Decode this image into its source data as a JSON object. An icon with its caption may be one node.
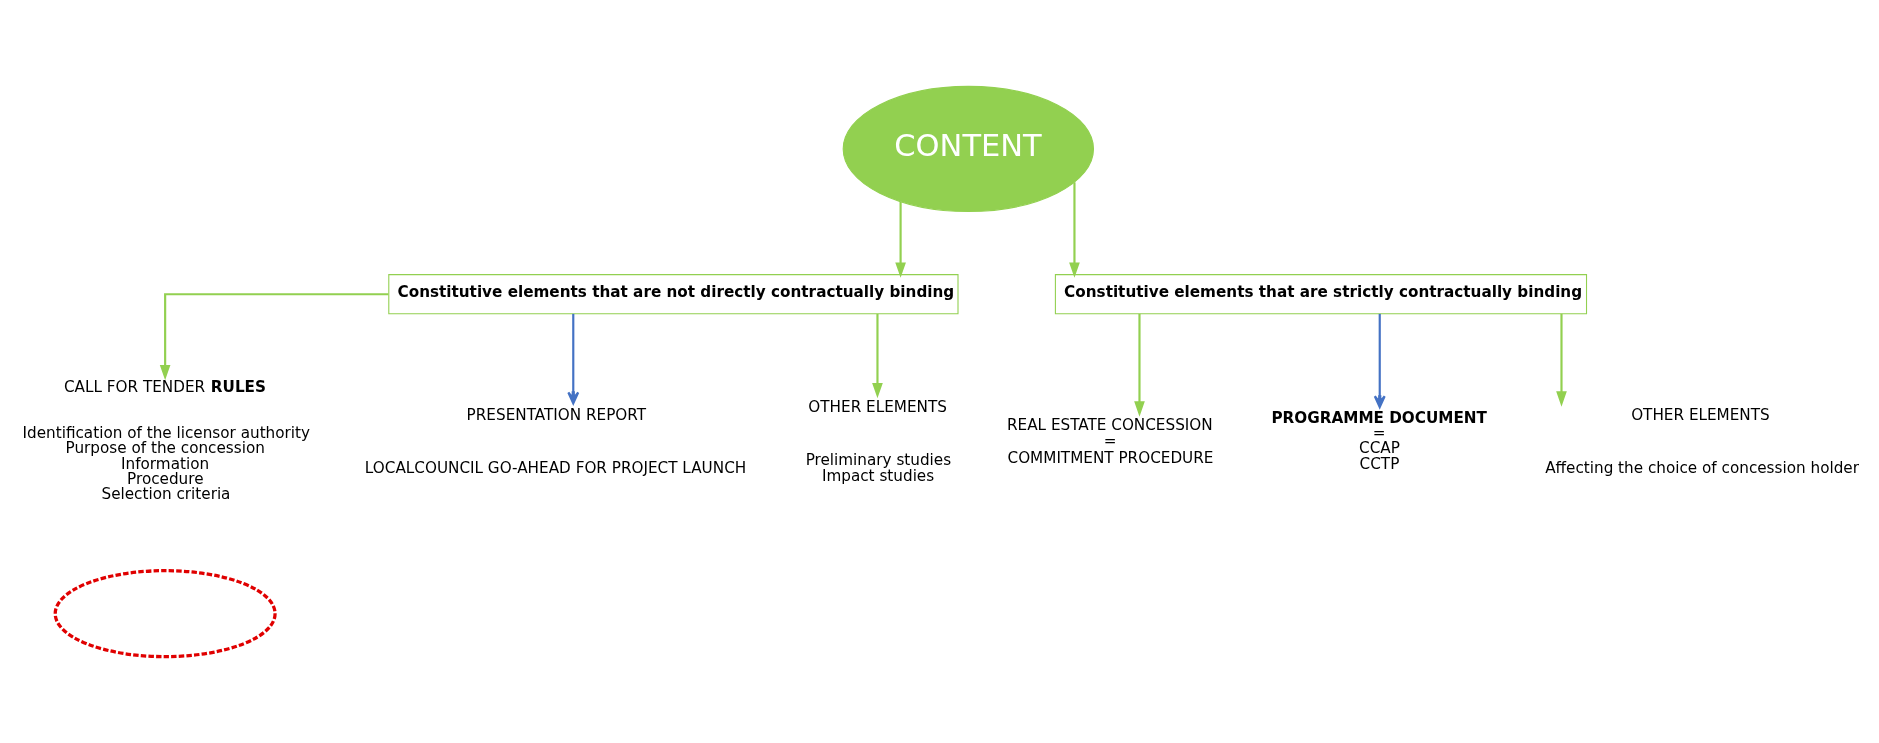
{
  "diagram": {
    "nodes": [
      {
        "text": [
          "CONTENT"
        ]
      },
      {
        "text": [
          "Constitutive elements that are not directly contractually binding"
        ]
      },
      {
        "text": [
          "Constitutive elements that are strictly contractually binding"
        ]
      },
      {
        "text": [
          "CALL FOR TENDER **RULES**",
          "Identification of the licensor authority",
          "Purpose of the concession",
          "Information",
          "Procedure",
          "Selection criteria"
        ]
      },
      {
        "text": [
          "PRESENTATION REPORT",
          "LOCALCOUNCIL GO-AHEAD FOR PROJECT LAUNCH"
        ]
      },
      {
        "text": [
          "OTHER ELEMENTS",
          "Preliminary studies",
          "Impact studies"
        ]
      },
      {
        "text": [
          "REAL ESTATE CONCESSION",
          "=",
          "COMMITMENT PROCEDURE"
        ]
      },
      {
        "text": [
          "PROGRAMME DOCUMENT",
          "=",
          "CCAP",
          "CCTP"
        ]
      },
      {
        "text": [
          "OTHER ELEMENTS",
          "Affecting the choice of concession holder"
        ]
      },
      {
        "text": [],
        "shape": "ellipse"
      }
    ],
    "edges": [
      {
        "from": 0,
        "to": 1,
        "arrow": "to"
      },
      {
        "from": 0,
        "to": 2,
        "arrow": "to"
      },
      {
        "from": 1,
        "to": 3,
        "arrow": "to"
      },
      {
        "from": 1,
        "to": 4,
        "arrow": "to",
        "color": "#4472c4"
      },
      {
        "from": 1,
        "to": 5,
        "arrow": "to"
      },
      {
        "from": 2,
        "to": 6,
        "arrow": "to"
      },
      {
        "from": 2,
        "to": 7,
        "arrow": "to",
        "color": "#4472c4"
      },
      {
        "from": 2,
        "to": 8,
        "arrow": "to"
      }
    ]
  }
}
